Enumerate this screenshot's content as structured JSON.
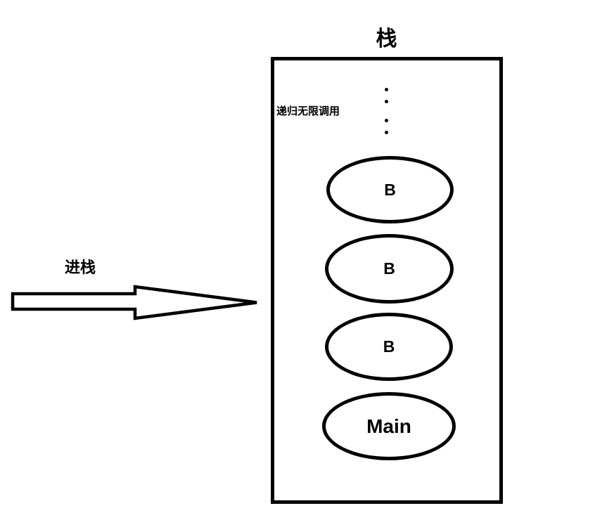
{
  "diagram": {
    "title": "栈",
    "arrow": {
      "label": "进栈"
    },
    "stack": {
      "annotation": "递归无限调用",
      "frames": [
        {
          "label": "B"
        },
        {
          "label": "B"
        },
        {
          "label": "B"
        },
        {
          "label": "Main"
        }
      ]
    },
    "colors": {
      "ink": "#000000",
      "background": "#ffffff"
    }
  }
}
